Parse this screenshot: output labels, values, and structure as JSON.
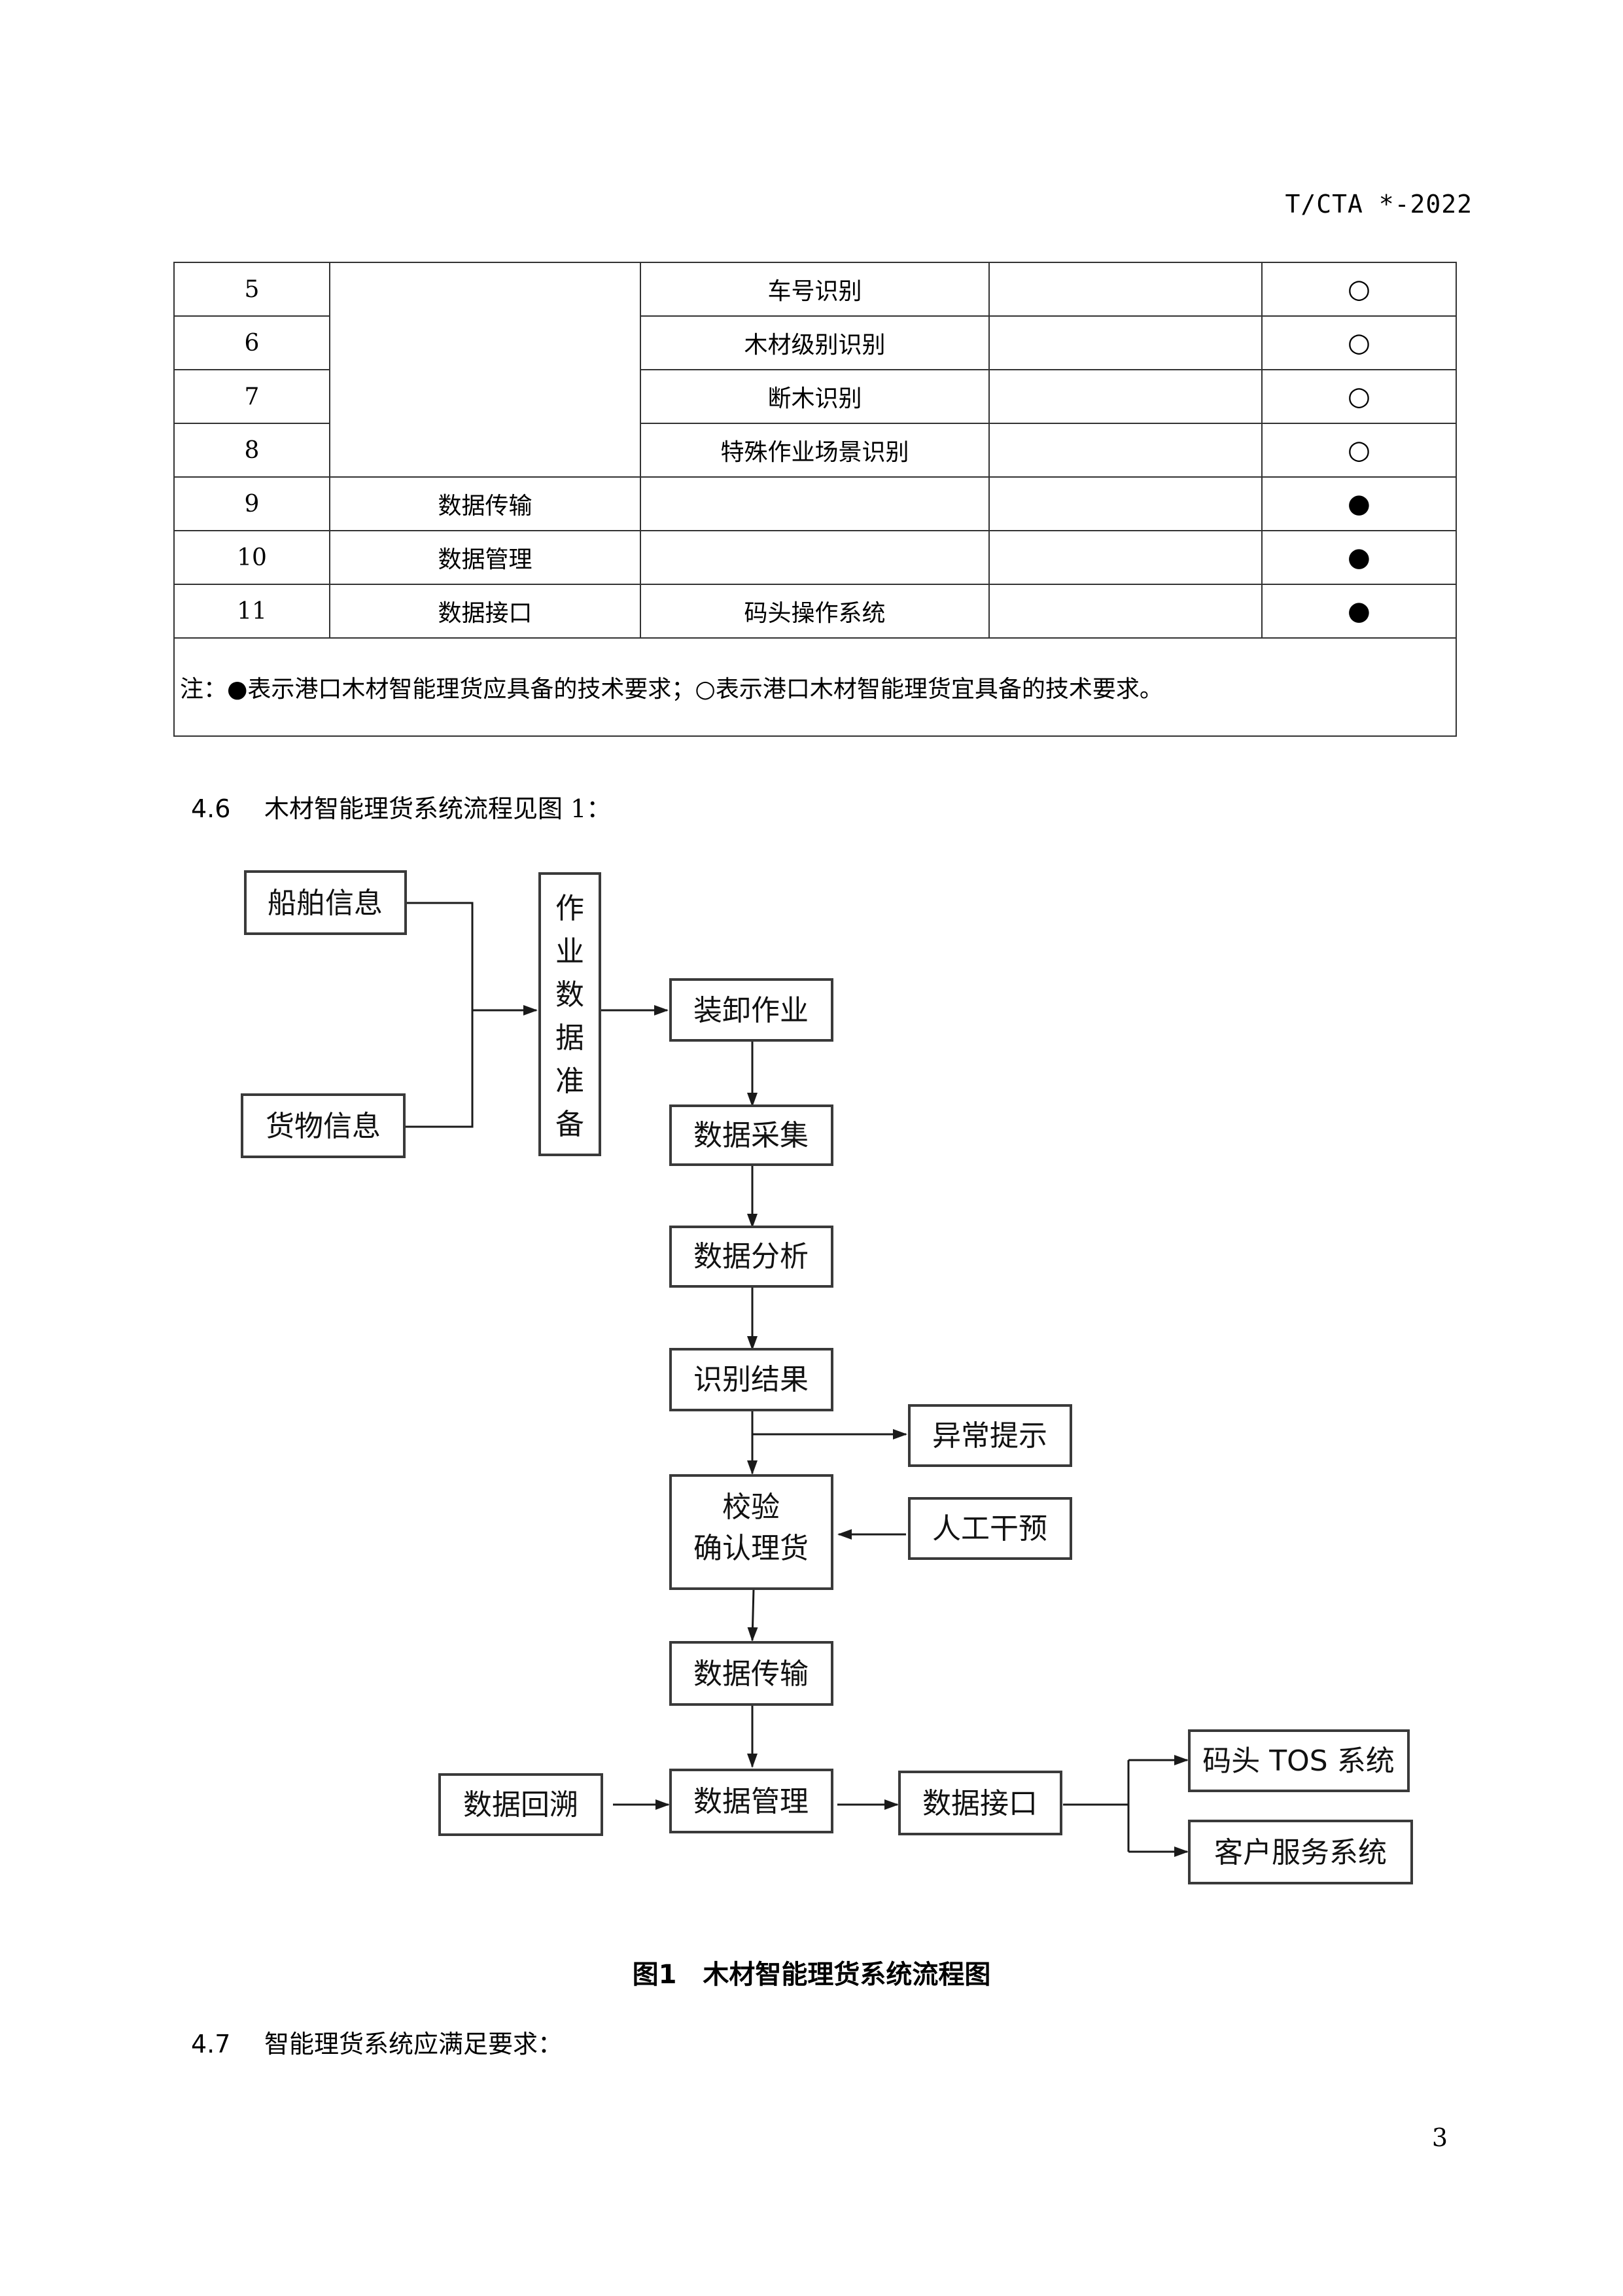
{
  "header": {
    "std_code": "T/CTA *-2022"
  },
  "table": {
    "rows": [
      {
        "no": "5",
        "category": "",
        "item": "车号识别",
        "remark": "",
        "symbol": "○"
      },
      {
        "no": "6",
        "category": "",
        "item": "木材级别识别",
        "remark": "",
        "symbol": "○"
      },
      {
        "no": "7",
        "category": "",
        "item": "断木识别",
        "remark": "",
        "symbol": "○"
      },
      {
        "no": "8",
        "category": "",
        "item": "特殊作业场景识别",
        "remark": "",
        "symbol": "○"
      },
      {
        "no": "9",
        "category": "数据传输",
        "item": "",
        "remark": "",
        "symbol": "●"
      },
      {
        "no": "10",
        "category": "数据管理",
        "item": "",
        "remark": "",
        "symbol": "●"
      },
      {
        "no": "11",
        "category": "数据接口",
        "item": "码头操作系统",
        "remark": "",
        "symbol": "●"
      }
    ],
    "note": "注：●表示港口木材智能理货应具备的技术要求；○表示港口木材智能理货宜具备的技术要求。"
  },
  "section_46": {
    "num": "4.6",
    "text": "木材智能理货系统流程见图 1："
  },
  "flow": {
    "ship_info": "船舶信息",
    "cargo_info": "货物信息",
    "prep": [
      "作",
      "业",
      "数",
      "据",
      "准",
      "备"
    ],
    "loading": "装卸作业",
    "collect": "数据采集",
    "analyze": "数据分析",
    "result": "识别结果",
    "alert": "异常提示",
    "verify_line1": "校验",
    "verify_line2": "确认理货",
    "manual": "人工干预",
    "transmit": "数据传输",
    "trace": "数据回溯",
    "manage": "数据管理",
    "interface": "数据接口",
    "tos": "码头 TOS 系统",
    "customer": "客户服务系统"
  },
  "figure": {
    "label": "图1",
    "title": "木材智能理货系统流程图"
  },
  "section_47": {
    "num": "4.7",
    "text": "智能理货系统应满足要求："
  },
  "page_number": "3"
}
